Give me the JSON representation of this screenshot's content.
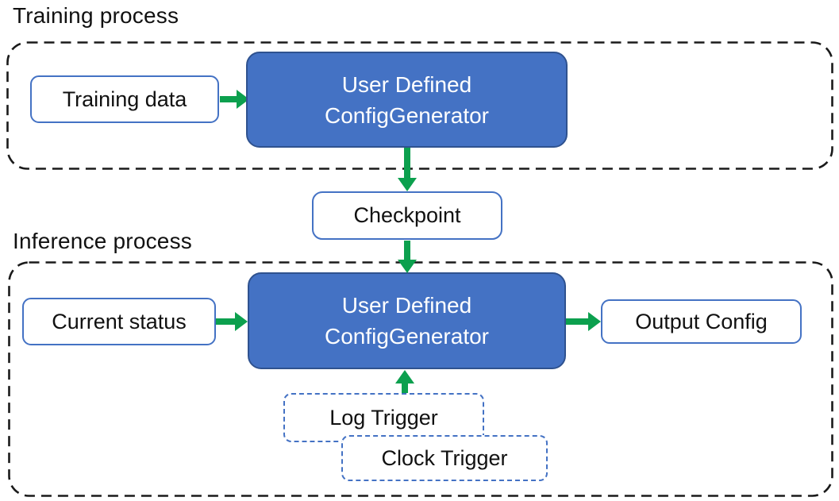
{
  "colors": {
    "box_blue": "#4472C4",
    "box_blue_border": "#2F528F",
    "outline_blue": "#4472C4",
    "arrow_green": "#0ca04e",
    "dash_black": "#1a1a1a",
    "text_black": "#111111"
  },
  "training": {
    "title": "Training process",
    "input_label": "Training data",
    "generator_line1": "User Defined",
    "generator_line2": "ConfigGenerator"
  },
  "checkpoint": {
    "label": "Checkpoint"
  },
  "inference": {
    "title": "Inference process",
    "input_label": "Current status",
    "generator_line1": "User Defined",
    "generator_line2": "ConfigGenerator",
    "output_label": "Output Config",
    "triggers": {
      "log": "Log Trigger",
      "clock": "Clock Trigger"
    }
  }
}
